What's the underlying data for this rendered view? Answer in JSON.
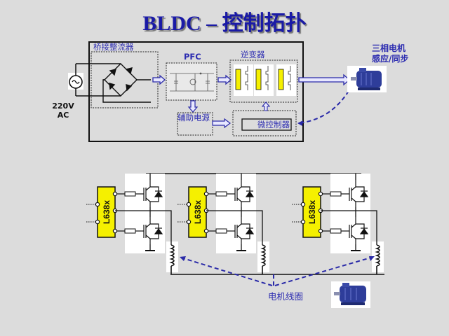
{
  "title": "BLDC – 控制拓扑",
  "top_diagram": {
    "source_label_line1": "220V",
    "source_label_line2": "AC",
    "rectifier_label": "桥接整流器",
    "pfc_label": "PFC",
    "inverter_label": "逆变器",
    "aux_power_label": "辅助电源",
    "mcu_label": "微控制器",
    "motor_label_line1": "三相电机",
    "motor_label_line2": "感应/同步"
  },
  "bottom_diagram": {
    "driver_chips": [
      "L638x",
      "L638x",
      "L638x"
    ],
    "winding_label": "电机线圈"
  },
  "colors": {
    "title": "#1a1aa6",
    "label_blue": "#2b2bb0",
    "chip_yellow": "#f5f000",
    "arrow_blue": "#2a2aa8",
    "background": "#dcdcdc"
  }
}
